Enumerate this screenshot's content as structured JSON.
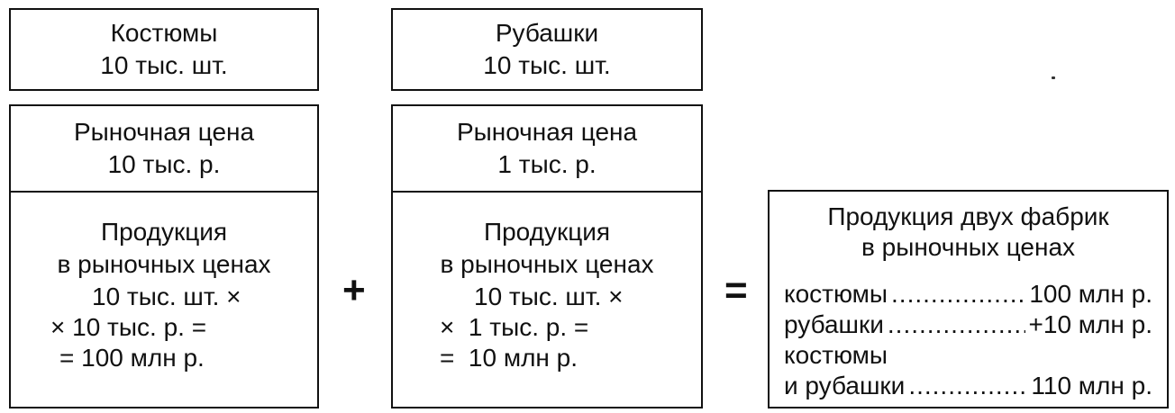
{
  "suits_header": {
    "name": "Костюмы",
    "quantity": "10 тыс. шт."
  },
  "shirts_header": {
    "name": "Рубашки",
    "quantity": "10 тыс. шт."
  },
  "suits_price": {
    "label": "Рыночная цена",
    "value": "10 тыс. р."
  },
  "shirts_price": {
    "label": "Рыночная цена",
    "value": "1 тыс. р."
  },
  "suits_output": {
    "lines": [
      "Продукция",
      "в рыночных ценах",
      "10 тыс. шт. ×",
      "× 10 тыс. р. =",
      "= 100 млн р."
    ]
  },
  "shirts_output": {
    "lines": [
      "Продукция",
      "в рыночных ценах",
      "10 тыс. шт. ×",
      "×  1 тыс. р. =",
      "=  10 млн р."
    ]
  },
  "operators": {
    "plus": "+",
    "equals": "="
  },
  "total": {
    "title_line1": "Продукция двух фабрик",
    "title_line2": "в рыночных ценах",
    "rows": [
      {
        "label": "костюмы",
        "value": "100 млн р."
      },
      {
        "label": "рубашки",
        "value": "+10 млн р."
      },
      {
        "label": "костюмы",
        "value": ""
      },
      {
        "label": "и рубашки",
        "value": "110 млн р."
      }
    ]
  }
}
